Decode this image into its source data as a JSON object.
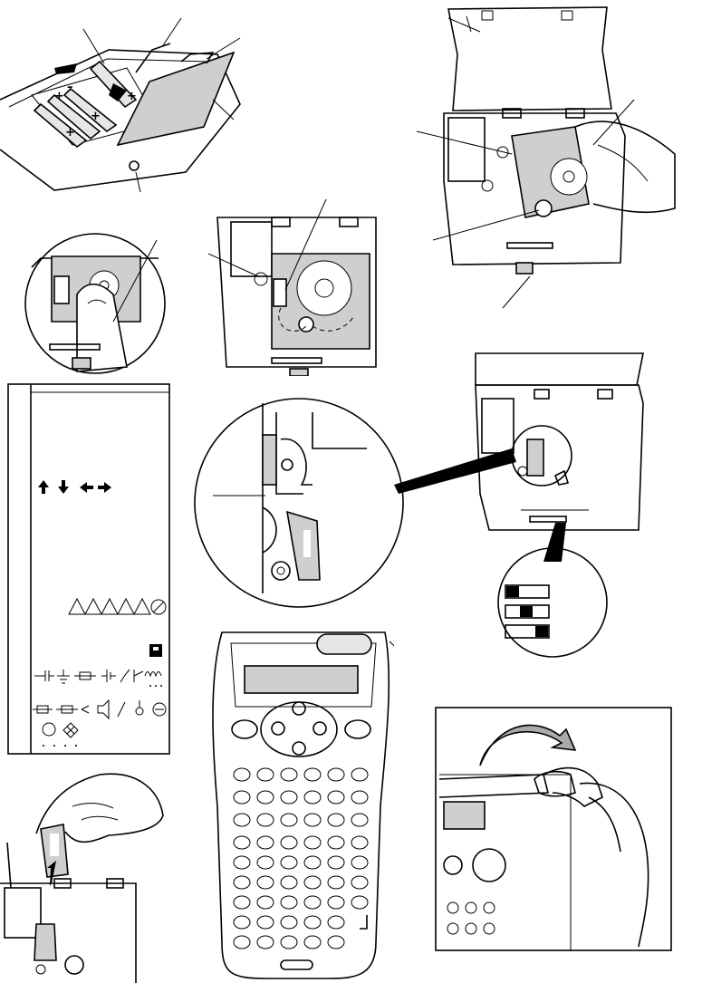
{
  "figures": [
    {
      "id": "battery-install"
    },
    {
      "id": "cassette-insert-cover-open"
    },
    {
      "id": "cassette-press-down"
    },
    {
      "id": "cassette-tape-path"
    },
    {
      "id": "symbols-table"
    },
    {
      "id": "cutter-detail-zoom"
    },
    {
      "id": "tape-width-switch"
    },
    {
      "id": "keyboard-front"
    },
    {
      "id": "cover-open-arrow"
    },
    {
      "id": "cassette-remove"
    }
  ],
  "arrows": [
    "up",
    "down",
    "left",
    "right"
  ],
  "switch_positions": 3,
  "colors": {
    "line": "#000000",
    "shade_light": "#cfcfcf",
    "shade_dark": "#a9a9a9",
    "background": "#ffffff"
  }
}
